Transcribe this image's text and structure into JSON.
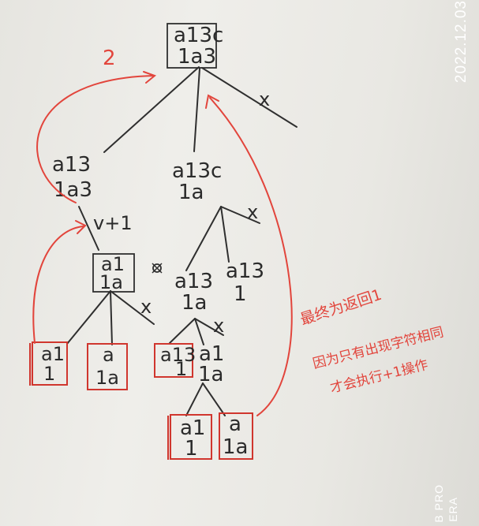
{
  "tree": {
    "root": {
      "line1": "a13c",
      "line2": "1a3"
    },
    "left": {
      "line1": "a13",
      "line2": "1a3"
    },
    "mid": {
      "line1": "a13c",
      "line2": "1a"
    },
    "ll": {
      "line1": "a1",
      "line2": "1a"
    },
    "mm1": {
      "line1": "a13",
      "line2": "1a"
    },
    "mm2": {
      "line1": "a13",
      "line2": "1"
    },
    "leaf_ll1": {
      "line1": "a1",
      "line2": "1"
    },
    "leaf_ll2": {
      "line1": "a",
      "line2": "1a"
    },
    "leaf_mm_box": {
      "line1": "a13",
      "line2": "1"
    },
    "mmm": {
      "line1": "a1",
      "line2": "1a"
    },
    "leaf_bl": {
      "line1": "a1",
      "line2": "1"
    },
    "leaf_br": {
      "line1": "a",
      "line2": "1a"
    }
  },
  "marks": {
    "root_x": "x",
    "mid_x": "x",
    "ll_x": "x",
    "mm_x": "x",
    "edge_label": "v+1"
  },
  "annotations": {
    "back_arrow_number": "2",
    "note_line1": "最终为返回1",
    "note_line2": "因为只有出现字符相同",
    "note_line3": "才会执行+1操作"
  },
  "stamp": {
    "date": "2022.12.03",
    "camera_line1": "B PRO",
    "camera_line2": "ERA"
  }
}
